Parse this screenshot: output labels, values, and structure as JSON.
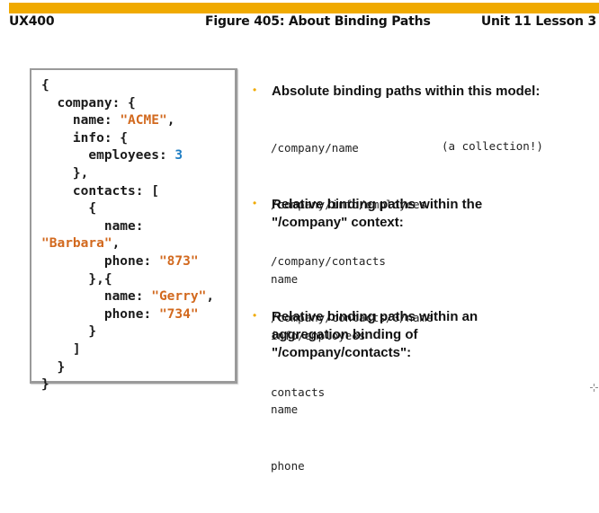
{
  "header": {
    "course": "UX400",
    "figure_title": "Figure 405: About Binding Paths",
    "lesson": "Unit 11 Lesson 3",
    "accent_color": "#f0aa00"
  },
  "code_sample": {
    "lines": [
      [
        {
          "t": "{"
        }
      ],
      [
        {
          "t": "  company: {"
        }
      ],
      [
        {
          "t": "    name: "
        },
        {
          "t": "\"ACME\"",
          "c": "str"
        },
        {
          "t": ","
        }
      ],
      [
        {
          "t": "    info: {"
        }
      ],
      [
        {
          "t": "      employees: "
        },
        {
          "t": "3",
          "c": "num"
        }
      ],
      [
        {
          "t": "    },"
        }
      ],
      [
        {
          "t": "    contacts: ["
        }
      ],
      [
        {
          "t": "      {"
        }
      ],
      [
        {
          "t": "        name:"
        }
      ],
      [
        {
          "t": "\"Barbara\"",
          "c": "str"
        },
        {
          "t": ","
        }
      ],
      [
        {
          "t": "        phone: "
        },
        {
          "t": "\"873\"",
          "c": "str"
        }
      ],
      [
        {
          "t": "      },{"
        }
      ],
      [
        {
          "t": "        name: "
        },
        {
          "t": "\"Gerry\"",
          "c": "str"
        },
        {
          "t": ","
        }
      ],
      [
        {
          "t": "        phone: "
        },
        {
          "t": "\"734\"",
          "c": "str"
        }
      ],
      [
        {
          "t": "      }"
        }
      ],
      [
        {
          "t": "    ]"
        }
      ],
      [
        {
          "t": "  }"
        }
      ],
      [
        {
          "t": "}"
        }
      ]
    ],
    "string_color": "#d2691e",
    "number_color": "#1f7ec4"
  },
  "sections": [
    {
      "heading": "Absolute binding paths within this model:",
      "paths": [
        "/company/name",
        "/company/info/employees",
        "/company/contacts",
        "/company/contacts/0/name"
      ],
      "note": "(a collection!)"
    },
    {
      "heading": "Relative binding paths within the \"/company\" context:",
      "paths": [
        "name",
        "info/employees",
        "contacts"
      ]
    },
    {
      "heading": "Relative binding paths within an aggregation binding of \"/company/contacts\":",
      "paths": [
        "name",
        "phone"
      ]
    }
  ]
}
